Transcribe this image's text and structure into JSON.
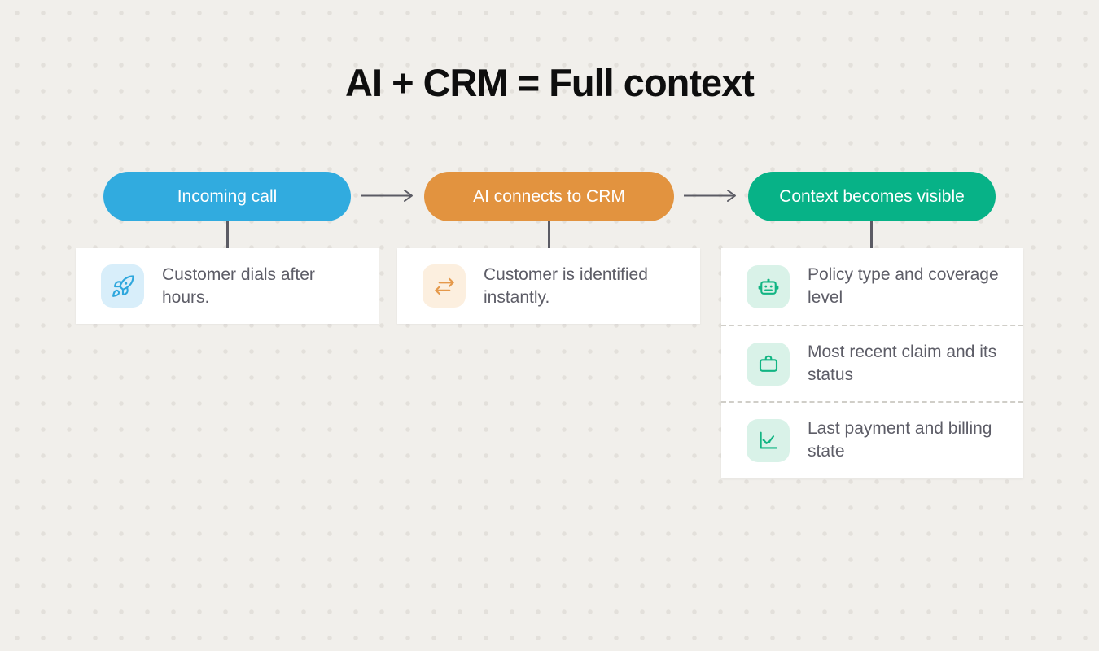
{
  "title": "AI + CRM = Full context",
  "colors": {
    "background": "#f1efeb",
    "dot_grid": "#e3e0db",
    "pill_blue": "#31abdf",
    "pill_orange": "#e2933f",
    "pill_green": "#07b287",
    "connector_gray": "#5b5b64",
    "card_background": "#ffffff",
    "card_text": "#5d5d67",
    "tile_blue": "#d8eefa",
    "tile_orange": "#fcefdf",
    "tile_green": "#d9f2e8",
    "icon_blue": "#2ea7dd",
    "icon_orange": "#e5994b",
    "icon_green": "#12b583"
  },
  "steps": [
    {
      "pill_label": "Incoming call",
      "items": [
        {
          "icon": "rocket-icon",
          "text": "Customer dials after hours."
        }
      ]
    },
    {
      "pill_label": "AI connects to CRM",
      "items": [
        {
          "icon": "transfer-arrows-icon",
          "text": "Customer is identified instantly."
        }
      ]
    },
    {
      "pill_label": "Context becomes visible",
      "items": [
        {
          "icon": "robot-icon",
          "text": "Policy type and coverage level"
        },
        {
          "icon": "briefcase-icon",
          "text": "Most recent claim and its status"
        },
        {
          "icon": "line-chart-icon",
          "text": "Last payment and billing state"
        }
      ]
    }
  ]
}
